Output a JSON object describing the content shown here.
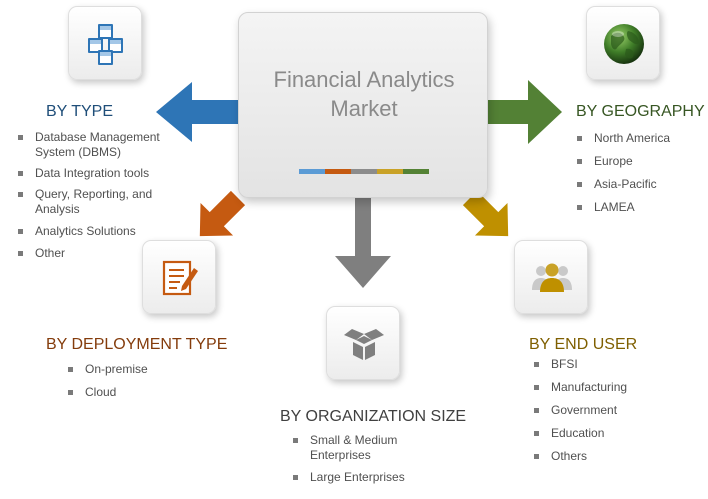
{
  "title_line1": "Financial Analytics",
  "title_line2": "Market",
  "color_bar": [
    "#5b9bd5",
    "#c55a11",
    "#8c8c8c",
    "#c9a227",
    "#548235"
  ],
  "arrow_colors": {
    "type": "#2e75b6",
    "geography": "#538135",
    "deployment": "#c55a11",
    "end_user": "#bf9000",
    "organization": "#7f7f7f"
  },
  "sections": {
    "type": {
      "heading": "BY TYPE",
      "color": "#1f4e79",
      "icon": "cubes-icon",
      "items": [
        "Database Management System (DBMS)",
        "Data Integration tools",
        "Query, Reporting, and Analysis",
        "Analytics Solutions",
        "Other"
      ]
    },
    "geography": {
      "heading": "BY GEOGRAPHY",
      "color": "#375623",
      "icon": "globe-icon",
      "items": [
        "North America",
        "Europe",
        "Asia-Pacific",
        "LAMEA"
      ]
    },
    "deployment": {
      "heading": "BY DEPLOYMENT TYPE",
      "color": "#843c0c",
      "icon": "document-edit-icon",
      "items": [
        "On-premise",
        "Cloud"
      ]
    },
    "organization": {
      "heading": "BY ORGANIZATION SIZE",
      "color": "#404040",
      "icon": "box-icon",
      "items": [
        "Small & Medium Enterprises",
        "Large Enterprises"
      ]
    },
    "end_user": {
      "heading": "BY END USER",
      "color": "#7f5f00",
      "icon": "users-icon",
      "items": [
        "BFSI",
        "Manufacturing",
        "Government",
        "Education",
        "Others"
      ]
    }
  }
}
